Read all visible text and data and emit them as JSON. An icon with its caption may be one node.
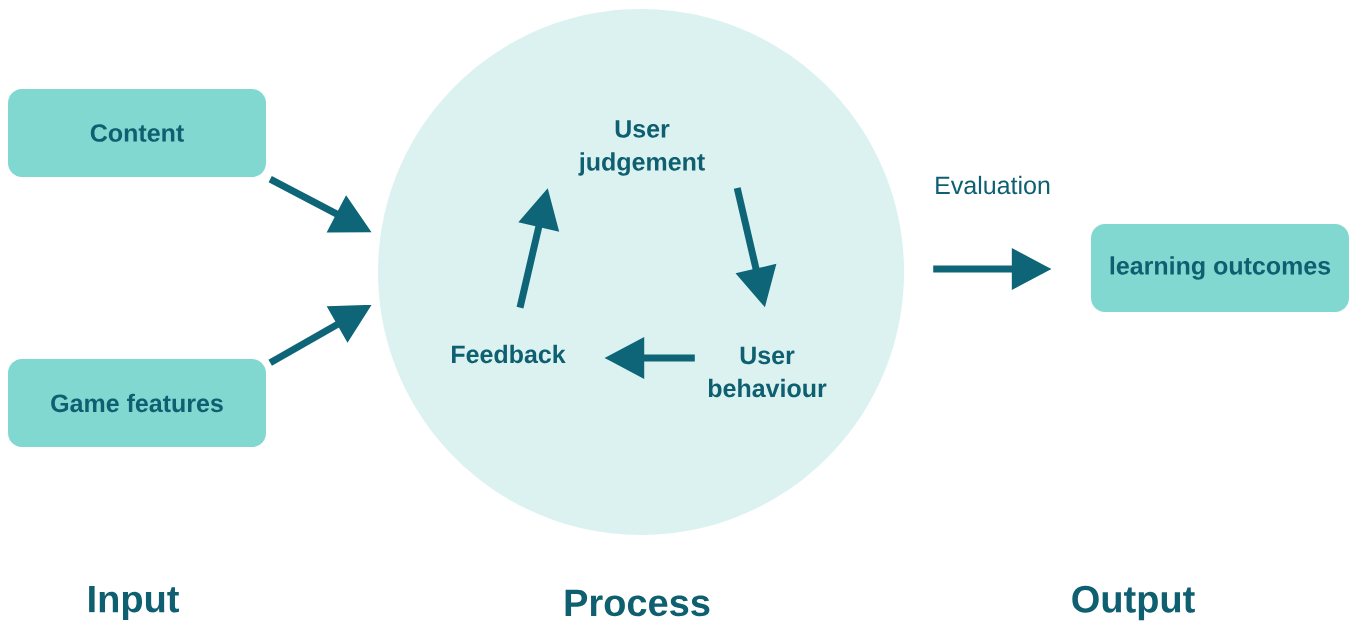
{
  "diagram": {
    "nodes": [
      {
        "text": [
          "Content"
        ]
      },
      {
        "text": [
          "Game features"
        ]
      },
      {
        "text": [],
        "shape": "circle"
      },
      {
        "text": [
          "User judgement"
        ],
        "in": 2
      },
      {
        "text": [
          "User behaviour"
        ],
        "in": 2
      },
      {
        "text": [
          "Feedback"
        ],
        "in": 2
      },
      {
        "text": [
          "learning outcomes"
        ]
      }
    ],
    "edges": [
      {
        "from": 0,
        "to": 2,
        "arrow": "to"
      },
      {
        "from": 1,
        "to": 2,
        "arrow": "to"
      },
      {
        "from": 3,
        "to": 4,
        "arrow": "to"
      },
      {
        "from": 4,
        "to": 5,
        "arrow": "to"
      },
      {
        "from": 5,
        "to": 3,
        "arrow": "to"
      },
      {
        "from": 2,
        "to": 6,
        "arrow": "to",
        "label": "Evaluation"
      }
    ],
    "labels": [
      "Input",
      "Process",
      "Output"
    ]
  }
}
